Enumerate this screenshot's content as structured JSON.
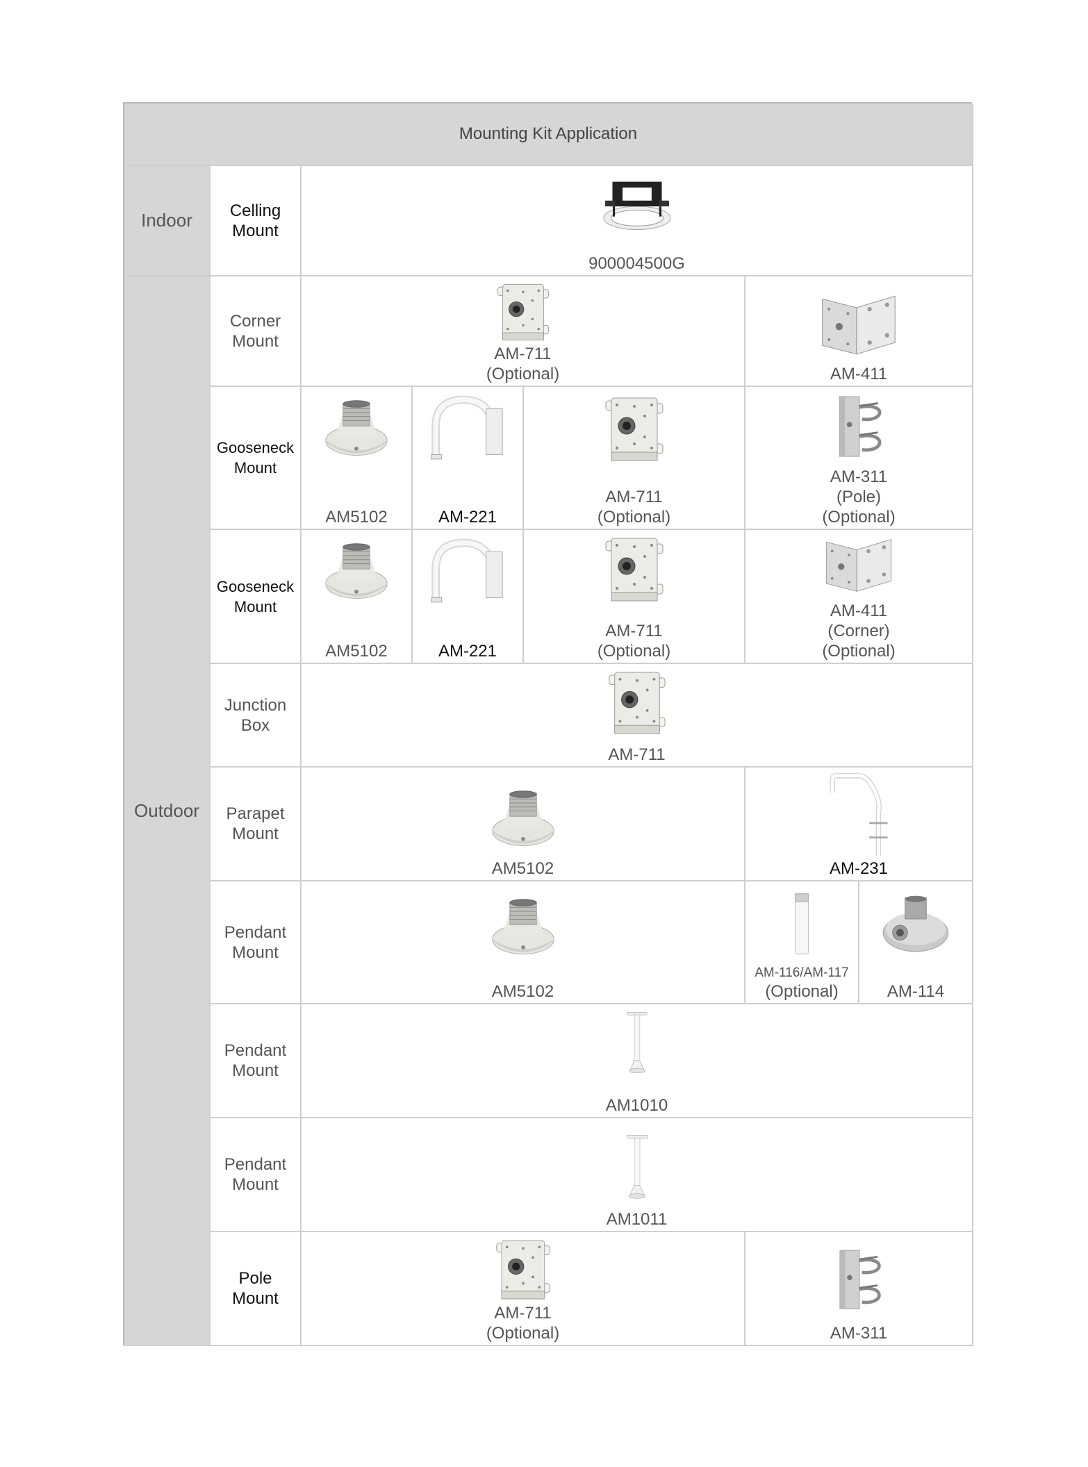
{
  "header": {
    "title": "Mounting Kit Application"
  },
  "categories": {
    "indoor": "Indoor",
    "outdoor": "Outdoor"
  },
  "rows": [
    {
      "type": "Celling\nMount",
      "products": [
        {
          "label": "900004500G",
          "icon": "ceiling-mount-bracket"
        }
      ]
    },
    {
      "type": "Corner\nMount",
      "products": [
        {
          "label": "AM-711\n(Optional)",
          "icon": "junction-box"
        },
        {
          "label": "AM-411",
          "icon": "corner-bracket"
        }
      ]
    },
    {
      "type": "Gooseneck\nMount",
      "products": [
        {
          "label": "AM5102",
          "icon": "cap-adapter"
        },
        {
          "label": "AM-221",
          "icon": "gooseneck-arm"
        },
        {
          "label": "AM-711\n(Optional)",
          "icon": "junction-box"
        },
        {
          "label": "AM-311\n(Pole)\n(Optional)",
          "icon": "pole-bracket"
        }
      ]
    },
    {
      "type": "Gooseneck\nMount",
      "products": [
        {
          "label": "AM5102",
          "icon": "cap-adapter"
        },
        {
          "label": "AM-221",
          "icon": "gooseneck-arm"
        },
        {
          "label": "AM-711\n(Optional)",
          "icon": "junction-box"
        },
        {
          "label": "AM-411\n(Corner)\n(Optional)",
          "icon": "corner-bracket"
        }
      ]
    },
    {
      "type": "Junction\nBox",
      "products": [
        {
          "label": "AM-711",
          "icon": "junction-box"
        }
      ]
    },
    {
      "type": "Parapet\nMount",
      "products": [
        {
          "label": "AM5102",
          "icon": "cap-adapter"
        },
        {
          "label": "AM-231",
          "icon": "parapet-arm"
        }
      ]
    },
    {
      "type": "Pendant\nMount",
      "products": [
        {
          "label": "AM5102",
          "icon": "cap-adapter"
        },
        {
          "label": "AM-116/AM-117",
          "label2": "(Optional)",
          "icon": "extension-tube"
        },
        {
          "label": "AM-114",
          "icon": "pendant-cap"
        }
      ]
    },
    {
      "type": "Pendant\nMount",
      "products": [
        {
          "label": "AM1010",
          "icon": "pendant-pipe-short"
        }
      ]
    },
    {
      "type": "Pendant\nMount",
      "products": [
        {
          "label": "AM1011",
          "icon": "pendant-pipe-long"
        }
      ]
    },
    {
      "type": "Pole\nMount",
      "products": [
        {
          "label": "AM-711\n(Optional)",
          "icon": "junction-box"
        },
        {
          "label": "AM-311",
          "icon": "pole-bracket"
        }
      ]
    }
  ]
}
